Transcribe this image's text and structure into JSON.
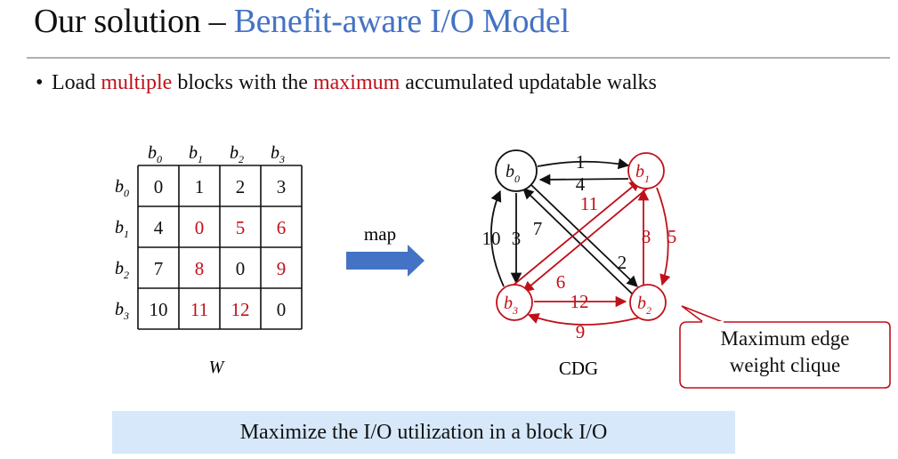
{
  "title": {
    "prefix": "Our solution – ",
    "accent": "Benefit-aware I/O Model"
  },
  "bullet": {
    "part1": "Load ",
    "highlight1": "multiple",
    "part2": " blocks with the ",
    "highlight2": "maximum",
    "part3": " accumulated updatable walks"
  },
  "matrix": {
    "label": "W",
    "blocks": [
      {
        "base": "b",
        "sub": "0"
      },
      {
        "base": "b",
        "sub": "1"
      },
      {
        "base": "b",
        "sub": "2"
      },
      {
        "base": "b",
        "sub": "3"
      }
    ],
    "cells": [
      [
        {
          "v": "0",
          "red": false
        },
        {
          "v": "1",
          "red": false
        },
        {
          "v": "2",
          "red": false
        },
        {
          "v": "3",
          "red": false
        }
      ],
      [
        {
          "v": "4",
          "red": false
        },
        {
          "v": "0",
          "red": true
        },
        {
          "v": "5",
          "red": true
        },
        {
          "v": "6",
          "red": true
        }
      ],
      [
        {
          "v": "7",
          "red": false
        },
        {
          "v": "8",
          "red": true
        },
        {
          "v": "0",
          "red": false
        },
        {
          "v": "9",
          "red": true
        }
      ],
      [
        {
          "v": "10",
          "red": false
        },
        {
          "v": "11",
          "red": true
        },
        {
          "v": "12",
          "red": true
        },
        {
          "v": "0",
          "red": false
        }
      ]
    ]
  },
  "map_label": "map",
  "graph": {
    "label": "CDG",
    "edge_labels": {
      "b0_b1": "1",
      "b1_b0": "4",
      "b3_b1": "11",
      "b0_b3": "3",
      "b3_b0": "10",
      "b2_b0": "7",
      "b0_b2": "2",
      "b2_b1": "8",
      "b1_b2": "5",
      "b1_b3": "6",
      "b3_b2": "12",
      "b2_b3": "9"
    }
  },
  "callout": {
    "line1": "Maximum edge",
    "line2": "weight clique"
  },
  "banner": "Maximize the I/O utilization in a block I/O",
  "colors": {
    "accent_blue": "#4472c4",
    "highlight_red": "#c0101a",
    "banner_bg": "#d6e8f9",
    "arrow_blue": "#4472c4"
  }
}
